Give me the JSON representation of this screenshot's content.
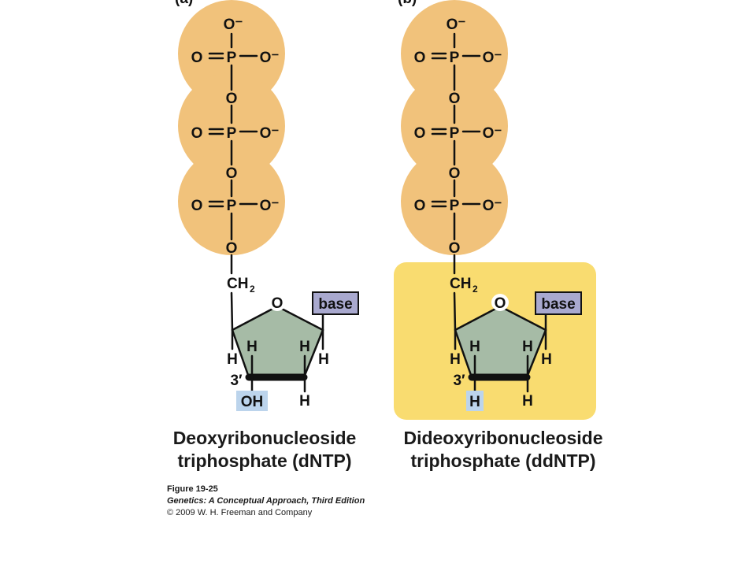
{
  "panels": [
    {
      "id": "a",
      "panel_label": "(a)",
      "phosphate_atoms": {
        "oxygen": "O",
        "phosphorus": "P",
        "oxygen_minus": "O⁻"
      },
      "ch2": {
        "c": "CH",
        "sub": "2"
      },
      "ring_oxygen": "O",
      "base_label": "base",
      "hydrogen": "H",
      "carbon_label": "3′",
      "three_prime_group": "OH",
      "title_line1": "Deoxyribonucleoside",
      "title_line2": "triphosphate (dNTP)"
    },
    {
      "id": "b",
      "panel_label": "(b)",
      "phosphate_atoms": {
        "oxygen": "O",
        "phosphorus": "P",
        "oxygen_minus": "O⁻"
      },
      "ch2": {
        "c": "CH",
        "sub": "2"
      },
      "ring_oxygen": "O",
      "base_label": "base",
      "hydrogen": "H",
      "carbon_label": "3′",
      "three_prime_group": "H",
      "title_line1": "Dideoxyribonucleoside",
      "title_line2": "triphosphate (ddNTP)"
    }
  ],
  "credit": {
    "figure": "Figure 19-25",
    "book": "Genetics: A Conceptual Approach, Third Edition",
    "copyright": "© 2009 W. H. Freeman and Company"
  },
  "colors": {
    "phosphate_fill": "#f1c27b",
    "sugar_highlight": "#f9dc70",
    "ring_fill": "#a6bba6",
    "base_fill": "#a9a9cf",
    "three_prime_fill": "#bcd4ec"
  }
}
